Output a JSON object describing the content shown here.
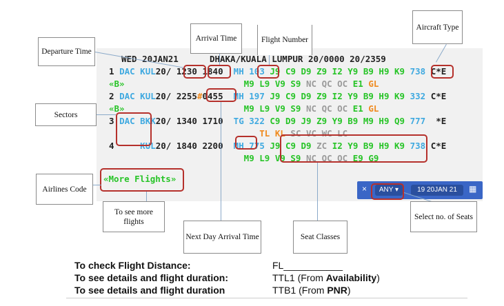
{
  "callouts": {
    "aircraft_type": "Aircraft Type",
    "departure_time": "Departure Time",
    "arrival_time": "Arrival Time",
    "flight_number": "Flight Number",
    "sectors": "Sectors",
    "airlines_code": "Airlines Code",
    "see_more": "To see more flights",
    "next_day_arrival": "Next Day Arrival Time",
    "seat_classes": "Seat Classes",
    "select_seats": "Select no. of Seats"
  },
  "terminal": {
    "header": {
      "date": "WED 20JAN21",
      "route": "DHAKA/KUALA LUMPUR",
      "range": "20/0000 20/2359"
    },
    "rows": [
      {
        "num": "1",
        "sector": "DAC KUL",
        "date": "20/",
        "dep": "1230",
        "arr": "1840",
        "airline": "MH",
        "flight": "103",
        "classes1": "J9 C9 D9 Z9 I2 Y9 B9 H9 K9",
        "aircraft": "738",
        "tail": "C*E",
        "tag": "«B»",
        "classes2_a": "M9 L9 V9 S9",
        "classes2_b": "NC QC OC",
        "classes2_c": "E1",
        "classes2_d": "GL"
      },
      {
        "num": "2",
        "sector": "DAC KUL",
        "date": "20/",
        "dep": "2255",
        "arr_mark": "#",
        "arr": "0455",
        "airline": "MH",
        "flight": "197",
        "classes1": "J9 C9 D9 Z9 I2 Y9 B9 H9 K9",
        "aircraft": "332",
        "tail": "C*E",
        "tag": "«B»",
        "classes2_a": "M9 L9 V9 S9",
        "classes2_b": "NC QC OC",
        "classes2_c": "E1",
        "classes2_d": "GL"
      },
      {
        "num": "3",
        "sector": "DAC BKK",
        "date": "20/",
        "dep": "1340",
        "arr": "1710",
        "airline": "TG",
        "flight": "322",
        "classes1": "C9 D9 J9 Z9 Y9 B9 M9 H9 Q9",
        "aircraft": "777",
        "tail": "*E",
        "classes2_a": "TL KL",
        "classes2_b": "SC VC WC LC"
      },
      {
        "num": "4",
        "sector": "KUL",
        "date": "20/",
        "dep": "1840",
        "arr": "2200",
        "airline": "MH",
        "flight": "775",
        "classes1_a": "J9 C9 D9",
        "classes1_b": "ZC",
        "classes1_c": "I2 Y9 B9 H9 K9",
        "aircraft": "738",
        "tail": "C*E",
        "classes2_a": "M9 L9 V9 S9",
        "classes2_b": "NC QC OC",
        "classes2_c": "E9 G9"
      }
    ],
    "more_flights": "«More Flights»",
    "toolbar": {
      "close": "×",
      "seats": "ANY",
      "day": "19",
      "date": "20JAN",
      "next": "21"
    }
  },
  "notes": [
    {
      "label": "To check Flight Distance:",
      "value": "FL___________"
    },
    {
      "label": "To see details and flight duration:",
      "value_prefix": "TTL1 (From ",
      "value_bold": "Availability",
      "value_suffix": ")"
    },
    {
      "label": "To see details and flight duration",
      "value_prefix": "TTB1 (From ",
      "value_bold": "PNR",
      "value_suffix": ")"
    }
  ],
  "colors": {
    "highlight": "#b5302b",
    "leader": "#8aa9c9",
    "green": "#27c427",
    "blue": "#3fa9e0",
    "orange": "#f08a1e",
    "toolbar": "#3a66c6"
  }
}
